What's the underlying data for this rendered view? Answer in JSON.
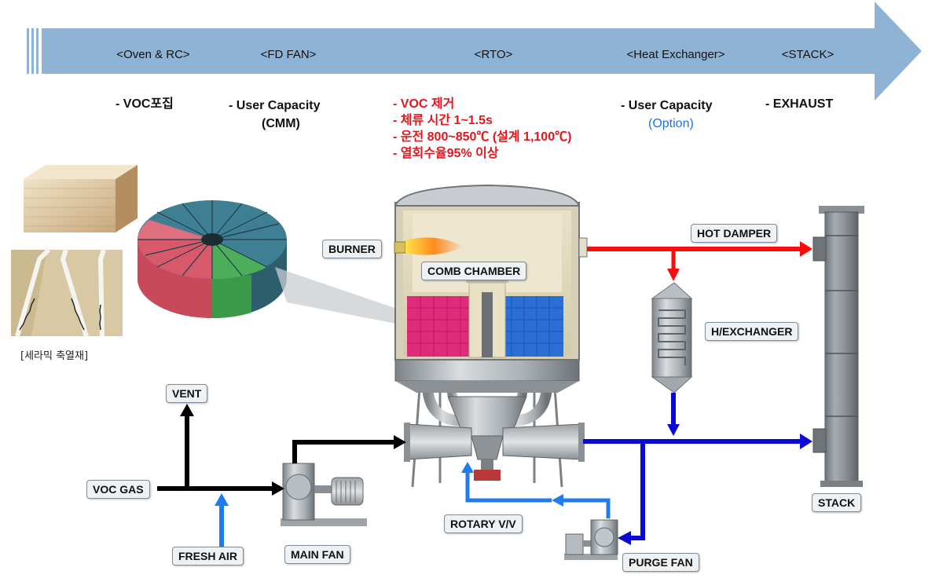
{
  "stages": [
    "<Oven & RC>",
    "<FD FAN>",
    "<RTO>",
    "<Heat Exchanger>",
    "<STACK>"
  ],
  "descriptions": {
    "oven": "- VOC포집",
    "fdfan": [
      "-   User Capacity",
      "(CMM)"
    ],
    "rto": [
      "- VOC 제거",
      "- 체류 시간 1~1.5s",
      "- 운전 800~850℃ (설계 1,100℃)",
      "- 열회수율95% 이상"
    ],
    "hx": [
      "- User Capacity",
      "(Option)"
    ],
    "stack": "- EXHAUST"
  },
  "labels": {
    "burner": "BURNER",
    "comb_chamber": "COMB CHAMBER",
    "hot_damper": "HOT DAMPER",
    "h_exchanger": "H/EXCHANGER",
    "vent": "VENT",
    "voc_gas": "VOC GAS",
    "fresh_air": "FRESH AIR",
    "main_fan": "MAIN FAN",
    "rotary_vv": "ROTARY V/V",
    "purge_fan": "PURGE FAN",
    "stack": "STACK"
  },
  "ceramic_caption": "[세라믹 축열재]",
  "colors": {
    "banner": "#8fb3d4",
    "hot_line": "#ff0a0a",
    "cool_line": "#0a0ad6",
    "fresh_line": "#1f7cf0",
    "process_line": "#000000",
    "red_text": "#e8141b",
    "blue_text": "#1a73e8"
  }
}
